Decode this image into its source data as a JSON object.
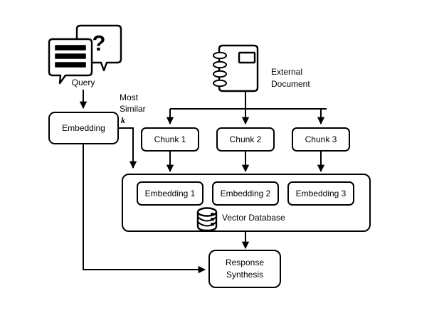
{
  "diagram": {
    "title": "Retrieval Augmented Generation flow",
    "background": "#ffffff",
    "stroke": "#000000"
  },
  "icons": {
    "query": {
      "name": "query-speech-bubbles-icon",
      "label": "Query"
    },
    "external_document": {
      "name": "notebook-icon",
      "label_line1": "External",
      "label_line2": "Document"
    },
    "database": {
      "name": "database-cylinder-icon",
      "label": "Vector Database"
    }
  },
  "nodes": {
    "embedding_query": {
      "label": "Embedding"
    },
    "chunks": [
      {
        "label": "Chunk 1"
      },
      {
        "label": "Chunk 2"
      },
      {
        "label": "Chunk 3"
      }
    ],
    "embeddings": [
      {
        "label": "Embedding 1"
      },
      {
        "label": "Embedding 2"
      },
      {
        "label": "Embedding 3"
      }
    ],
    "vector_database": {
      "label": "Vector Database"
    },
    "response_synthesis": {
      "label_line1": "Response",
      "label_line2": "Synthesis"
    }
  },
  "edge_labels": {
    "most_similar_line1": "Most",
    "most_similar_line2": "Similar",
    "most_similar_k": "k"
  }
}
